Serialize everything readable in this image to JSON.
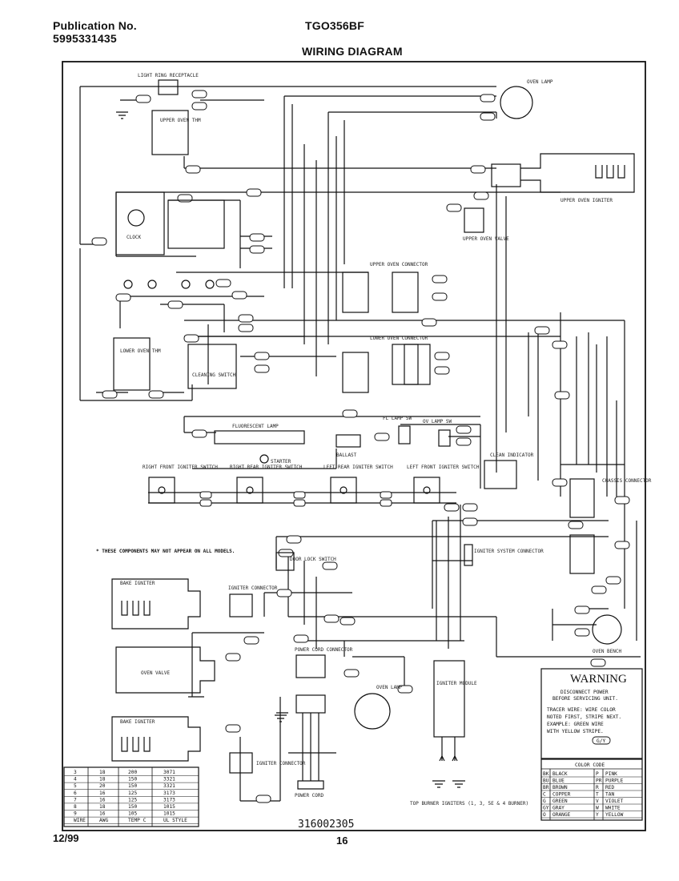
{
  "header": {
    "publication_label": "Publication No.",
    "publication_number": "5995331435",
    "model": "TGO356BF",
    "title": "WIRING DIAGRAM"
  },
  "footer": {
    "date": "12/99",
    "page": "16",
    "part_number": "316002305"
  },
  "components": {
    "light_receptacle": "LIGHT RING RECEPTACLE",
    "upper_oven_thermostat": "UPPER OVEN THM",
    "oven_lamp_top": "OVEN LAMP",
    "upper_oven_igniter": "UPPER OVEN IGNITER",
    "upper_oven_valve": "UPPER OVEN VALVE",
    "clock": "CLOCK",
    "upper_oven_connector": "UPPER OVEN CONNECTOR",
    "lower_oven_thm": "LOWER OVEN THM",
    "cleaning_switch": "CLEANING SWITCH",
    "lower_oven_connector": "LOWER OVEN CONNECTOR",
    "fluorescent_lamp": "FLUORESCENT LAMP",
    "fl_lamp_sw": "FL LAMP SW",
    "ov_lamp_sw": "OV LAMP SW",
    "ballast": "BALLAST",
    "starter": "STARTER",
    "right_front_igniter": "RIGHT FRONT IGNITER SWITCH",
    "right_rear_igniter": "RIGHT REAR IGNITER SWITCH",
    "left_rear_igniter": "LEFT REAR IGNITER SWITCH",
    "left_front_igniter": "LEFT FRONT IGNITER SWITCH",
    "clean_indicator": "CLEAN INDICATOR",
    "chassis_connector": "CHASSIS CONNECTOR",
    "note": "* THESE COMPONENTS MAY NOT APPEAR ON ALL MODELS.",
    "door_lock_switch": "DOOR LOCK SWITCH",
    "igniter_sys_connector": "IGNITER SYSTEM CONNECTOR",
    "bake_igniter": "BAKE IGNITER",
    "igniter_connector": "IGNITER CONNECTOR",
    "oven_valve": "OVEN VALVE",
    "power_cord_connector": "POWER CORD CONNECTOR",
    "oven_lamp_bottom": "OVEN LAMP",
    "igniter_module": "IGNITER MODULE",
    "broil_igniter": "BAKE IGNITER",
    "igniter_connector_2": "IGNITER CONNECTOR",
    "power_cord": "POWER CORD",
    "top_burner_igniters": "TOP BURNER IGNITERS (1, 3, 5E & 4 BURNER)",
    "oven_bench": "OVEN BENCH"
  },
  "warning": {
    "title": "WARNING",
    "lines": [
      "DISCONNECT POWER",
      "BEFORE SERVICING UNIT.",
      "TRACER WIRE: WIRE COLOR",
      "NOTED FIRST, STRIPE NEXT.",
      "EXAMPLE: GREEN WIRE",
      "WITH YELLOW STRIPE.",
      "G/Y"
    ]
  },
  "color_code": {
    "title": "COLOR CODE",
    "rows": [
      [
        "BK",
        "BLACK",
        "P",
        "PINK"
      ],
      [
        "BU",
        "BLUE",
        "PR",
        "PURPLE"
      ],
      [
        "BR",
        "BROWN",
        "R",
        "RED"
      ],
      [
        "C",
        "COPPER",
        "T",
        "TAN"
      ],
      [
        "G",
        "GREEN",
        "V",
        "VIOLET"
      ],
      [
        "GY",
        "GRAY",
        "W",
        "WHITE"
      ],
      [
        "O",
        "ORANGE",
        "Y",
        "YELLOW"
      ]
    ]
  },
  "wire_table": {
    "rows": [
      [
        "3",
        "18",
        "200",
        "3071"
      ],
      [
        "4",
        "18",
        "150",
        "3321"
      ],
      [
        "5",
        "20",
        "150",
        "3321"
      ],
      [
        "6",
        "16",
        "125",
        "3173"
      ],
      [
        "7",
        "16",
        "125",
        "3173"
      ],
      [
        "8",
        "18",
        "150",
        "1015"
      ],
      [
        "9",
        "16",
        "105",
        "1015"
      ]
    ],
    "footer": [
      "WIRE",
      "AWG",
      "TEMP C",
      "UL STYLE"
    ]
  }
}
